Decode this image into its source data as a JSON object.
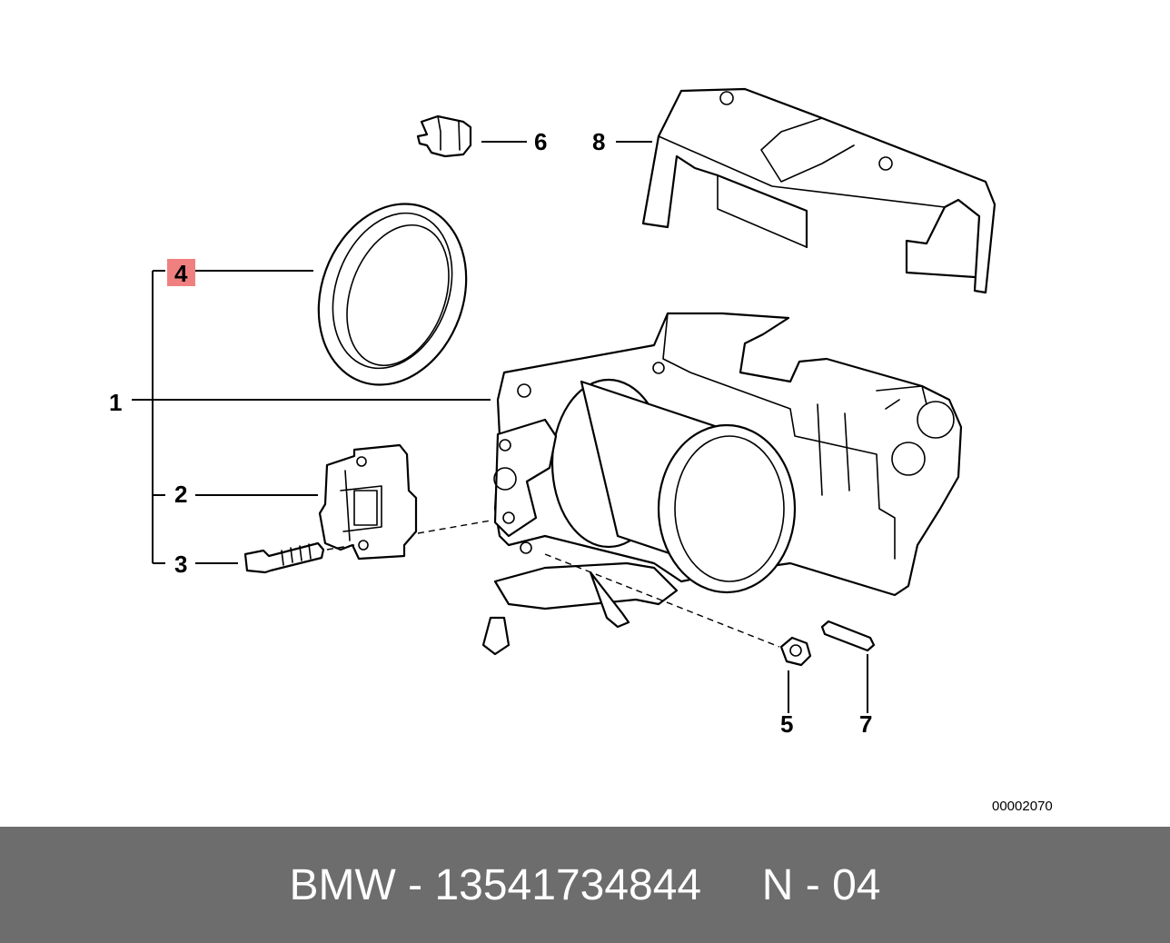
{
  "diagram": {
    "callouts": [
      {
        "id": "1",
        "label": "1"
      },
      {
        "id": "2",
        "label": "2"
      },
      {
        "id": "3",
        "label": "3"
      },
      {
        "id": "4",
        "label": "4",
        "highlighted": true
      },
      {
        "id": "5",
        "label": "5"
      },
      {
        "id": "6",
        "label": "6"
      },
      {
        "id": "7",
        "label": "7"
      },
      {
        "id": "8",
        "label": "8"
      }
    ],
    "drawing_code": "00002070",
    "highlight_color": "#f08080"
  },
  "footer": {
    "text": "BMW - 13541734844     N - 04",
    "background_color": "#6d6d6d",
    "text_color": "#ffffff"
  }
}
